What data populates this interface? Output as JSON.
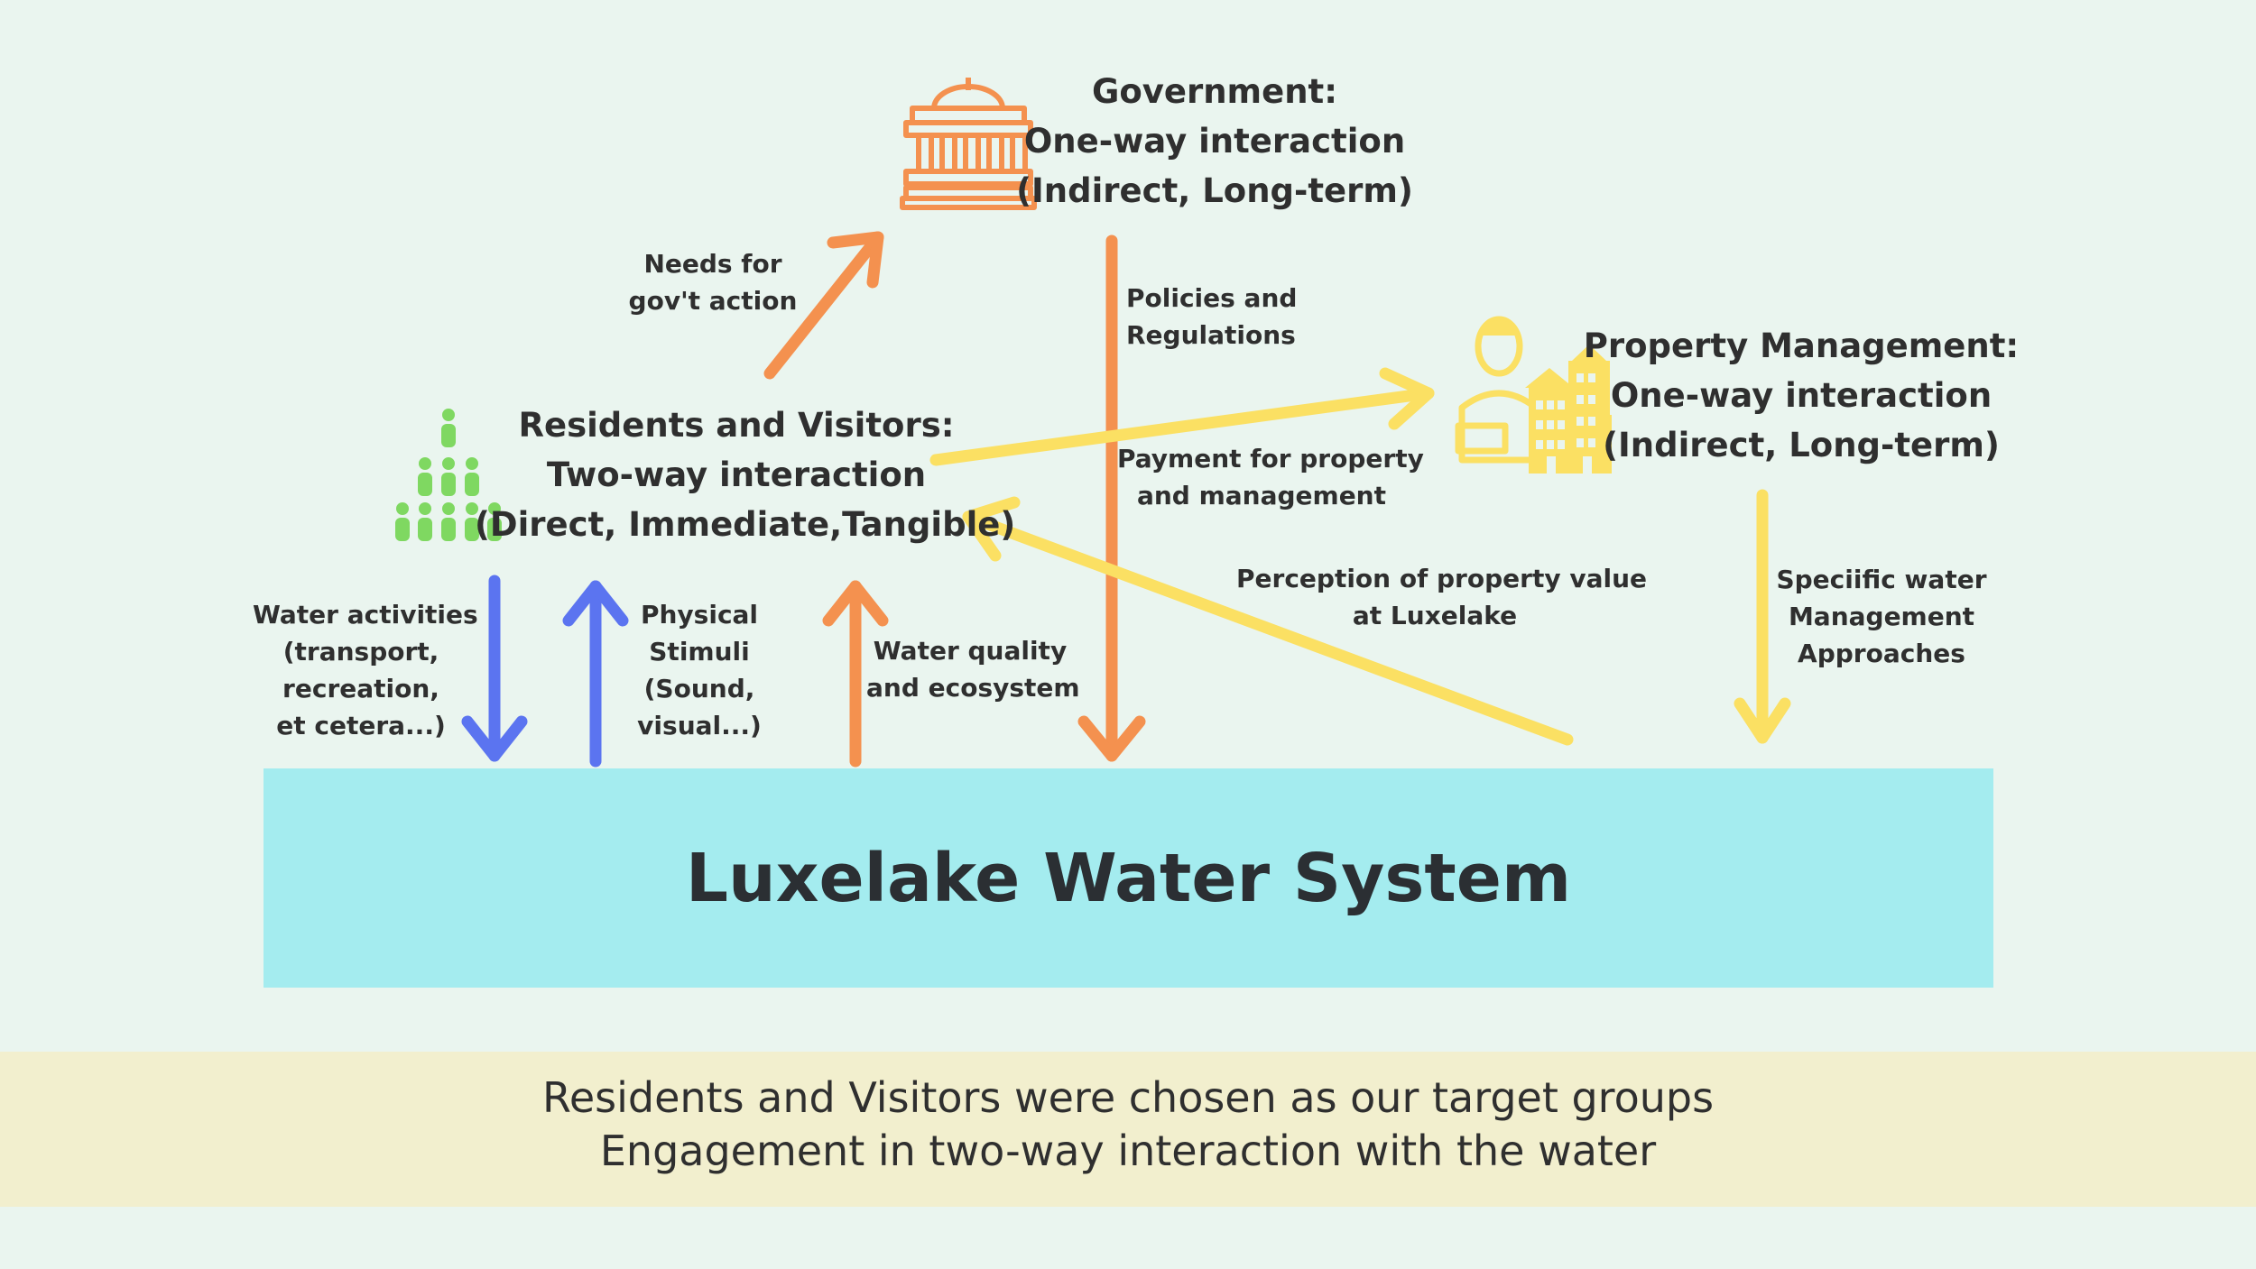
{
  "nodes": {
    "government": {
      "title": "Government:",
      "line2": "One-way interaction",
      "line3": "(Indirect, Long-term)",
      "icon": "government-building-icon",
      "color": "#f4914f"
    },
    "residents": {
      "title": "Residents and Visitors:",
      "line2": "Two-way interaction",
      "line3": "(Direct, Immediate,Tangible)",
      "icon": "people-group-icon",
      "color": "#7fd861"
    },
    "property": {
      "title": "Property Management:",
      "line2": "One-way interaction",
      "line3": "(Indirect, Long-term)",
      "icon": "property-manager-buildings-icon",
      "color": "#fbe063"
    },
    "water": {
      "title": "Luxelake Water System",
      "color": "#a4ecef"
    }
  },
  "edges": {
    "needs_gov": {
      "line1": "Needs for",
      "line2": "gov't action",
      "color": "#f4914f"
    },
    "policies": {
      "line1": "Policies and",
      "line2": "Regulations",
      "color": "#f4914f"
    },
    "payment": {
      "line1": "Payment for property",
      "line2": "and management",
      "color": "#fbe063"
    },
    "perception": {
      "line1": "Perception of property value",
      "line2": "at Luxelake",
      "color": "#fbe063"
    },
    "water_activities": {
      "line1": "Water activities",
      "line2": "(transport,",
      "line3": "recreation,",
      "line4": "et cetera...)",
      "color": "#5b74f0"
    },
    "physical_stimuli": {
      "line1": "Physical",
      "line2": "Stimuli",
      "line3": "(Sound,",
      "line4": "visual...)",
      "color": "#5b74f0"
    },
    "water_quality": {
      "line1": "Water quality",
      "line2": "and ecosystem",
      "color": "#f4914f"
    },
    "specific_mgmt": {
      "line1": "Speciific water",
      "line2": "Management",
      "line3": "Approaches",
      "color": "#fbe063"
    }
  },
  "footer": {
    "line1": "Residents and Visitors were chosen as our target groups",
    "line2": "Engagement in two-way interaction with the water"
  }
}
